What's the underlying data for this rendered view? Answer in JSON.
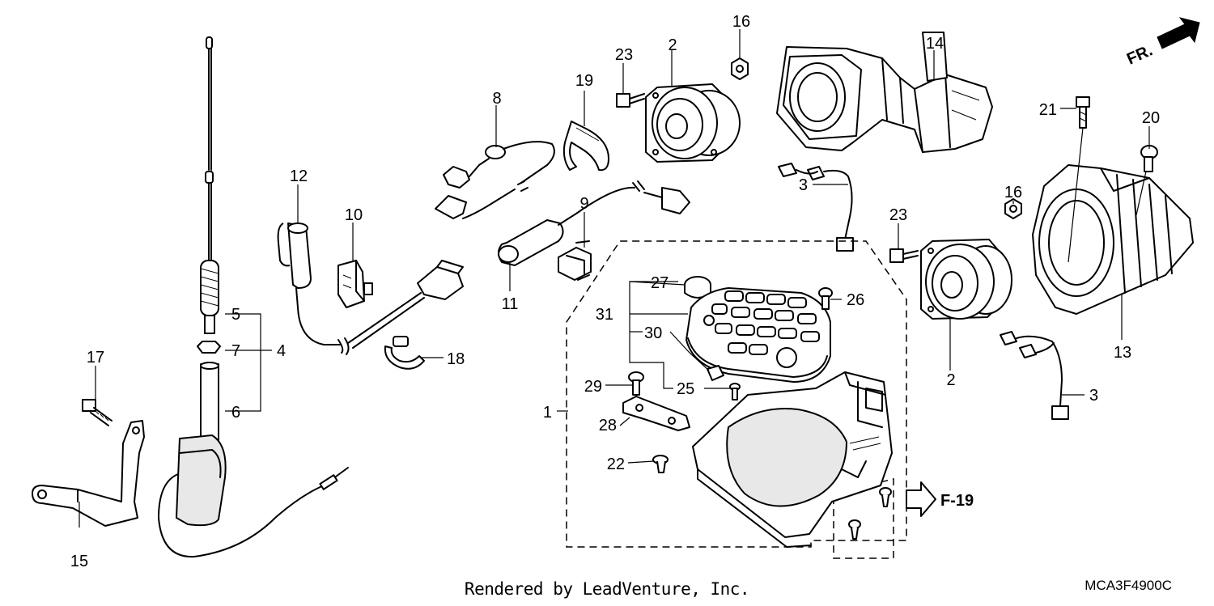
{
  "diagram": {
    "callouts": {
      "c1": "1",
      "c2a": "2",
      "c2b": "2",
      "c3a": "3",
      "c3b": "3",
      "c4": "4",
      "c5": "5",
      "c6": "6",
      "c7": "7",
      "c8": "8",
      "c9": "9",
      "c10": "10",
      "c11": "11",
      "c12": "12",
      "c13": "13",
      "c14": "14",
      "c15": "15",
      "c16a": "16",
      "c16b": "16",
      "c17": "17",
      "c18": "18",
      "c19": "19",
      "c20": "20",
      "c21": "21",
      "c22": "22",
      "c23a": "23",
      "c23b": "23",
      "c25": "25",
      "c26": "26",
      "c27": "27",
      "c28": "28",
      "c29": "29",
      "c30": "30",
      "c31": "31"
    },
    "front_indicator": "FR.",
    "reference": "F-19",
    "diagram_code": "MCA3F4900C",
    "credit": "Rendered by LeadVenture, Inc."
  }
}
